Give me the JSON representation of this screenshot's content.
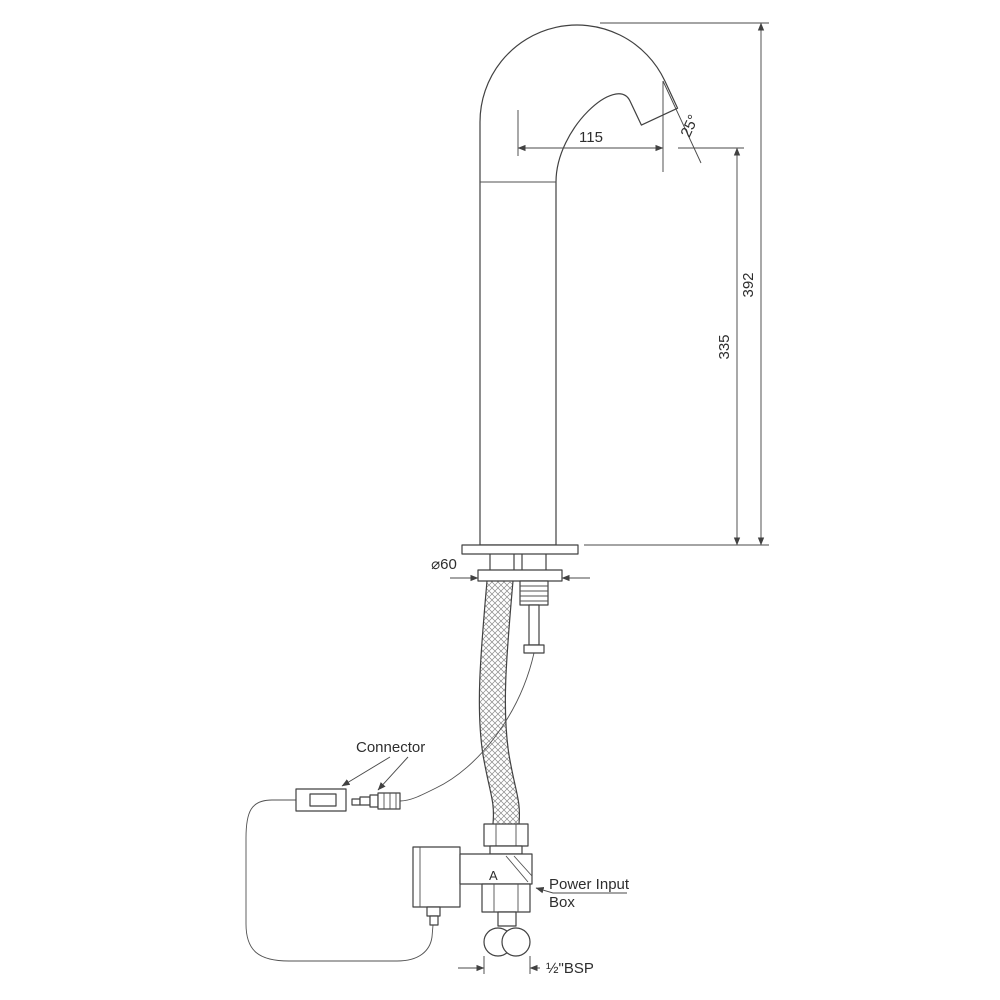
{
  "drawing": {
    "type": "sensor-faucet-installation-technical-drawing"
  },
  "dimensions": {
    "spout_reach": "115",
    "spout_angle": "25°",
    "overall_height": "392",
    "body_height": "335",
    "base_diameter": "⌀60",
    "inlet_thread": "½\"BSP"
  },
  "labels": {
    "connector": "Connector",
    "power_line1": "Power Input",
    "power_line2": "Box",
    "valve_marking": "A"
  },
  "colors": {
    "line": "#414141",
    "text": "#2e2e2e",
    "background": "#ffffff"
  }
}
